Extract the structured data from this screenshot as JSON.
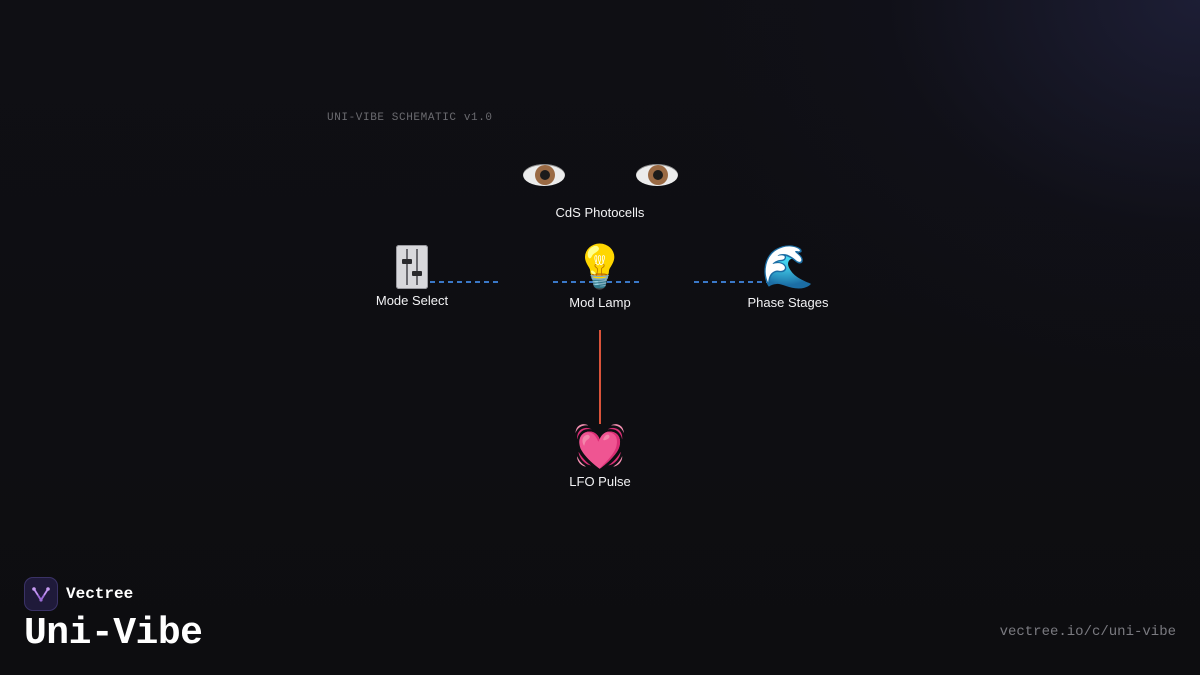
{
  "schematic": {
    "label": "UNI-VIBE SCHEMATIC v1.0"
  },
  "nodes": {
    "photocells": {
      "label": "CdS Photocells",
      "icon": "eye-icon"
    },
    "mode_select": {
      "label": "Mode Select",
      "icon": "level-slider-icon"
    },
    "mod_lamp": {
      "label": "Mod Lamp",
      "icon": "light-bulb-icon",
      "glyph": "💡"
    },
    "phase_stages": {
      "label": "Phase Stages",
      "icon": "water-wave-icon",
      "glyph": "🌊"
    },
    "lfo_pulse": {
      "label": "LFO Pulse",
      "icon": "heart-pulse-icon",
      "glyph": "💓"
    }
  },
  "colors": {
    "wire_dashed": "#3a78c8",
    "wire_solid": "#d9533a",
    "brand_accent": "#9b6bd6"
  },
  "brand": {
    "name": "Vectree",
    "logo_icon": "vectree-logo-icon"
  },
  "page": {
    "title": "Uni-Vibe",
    "url": "vectree.io/c/uni-vibe"
  }
}
